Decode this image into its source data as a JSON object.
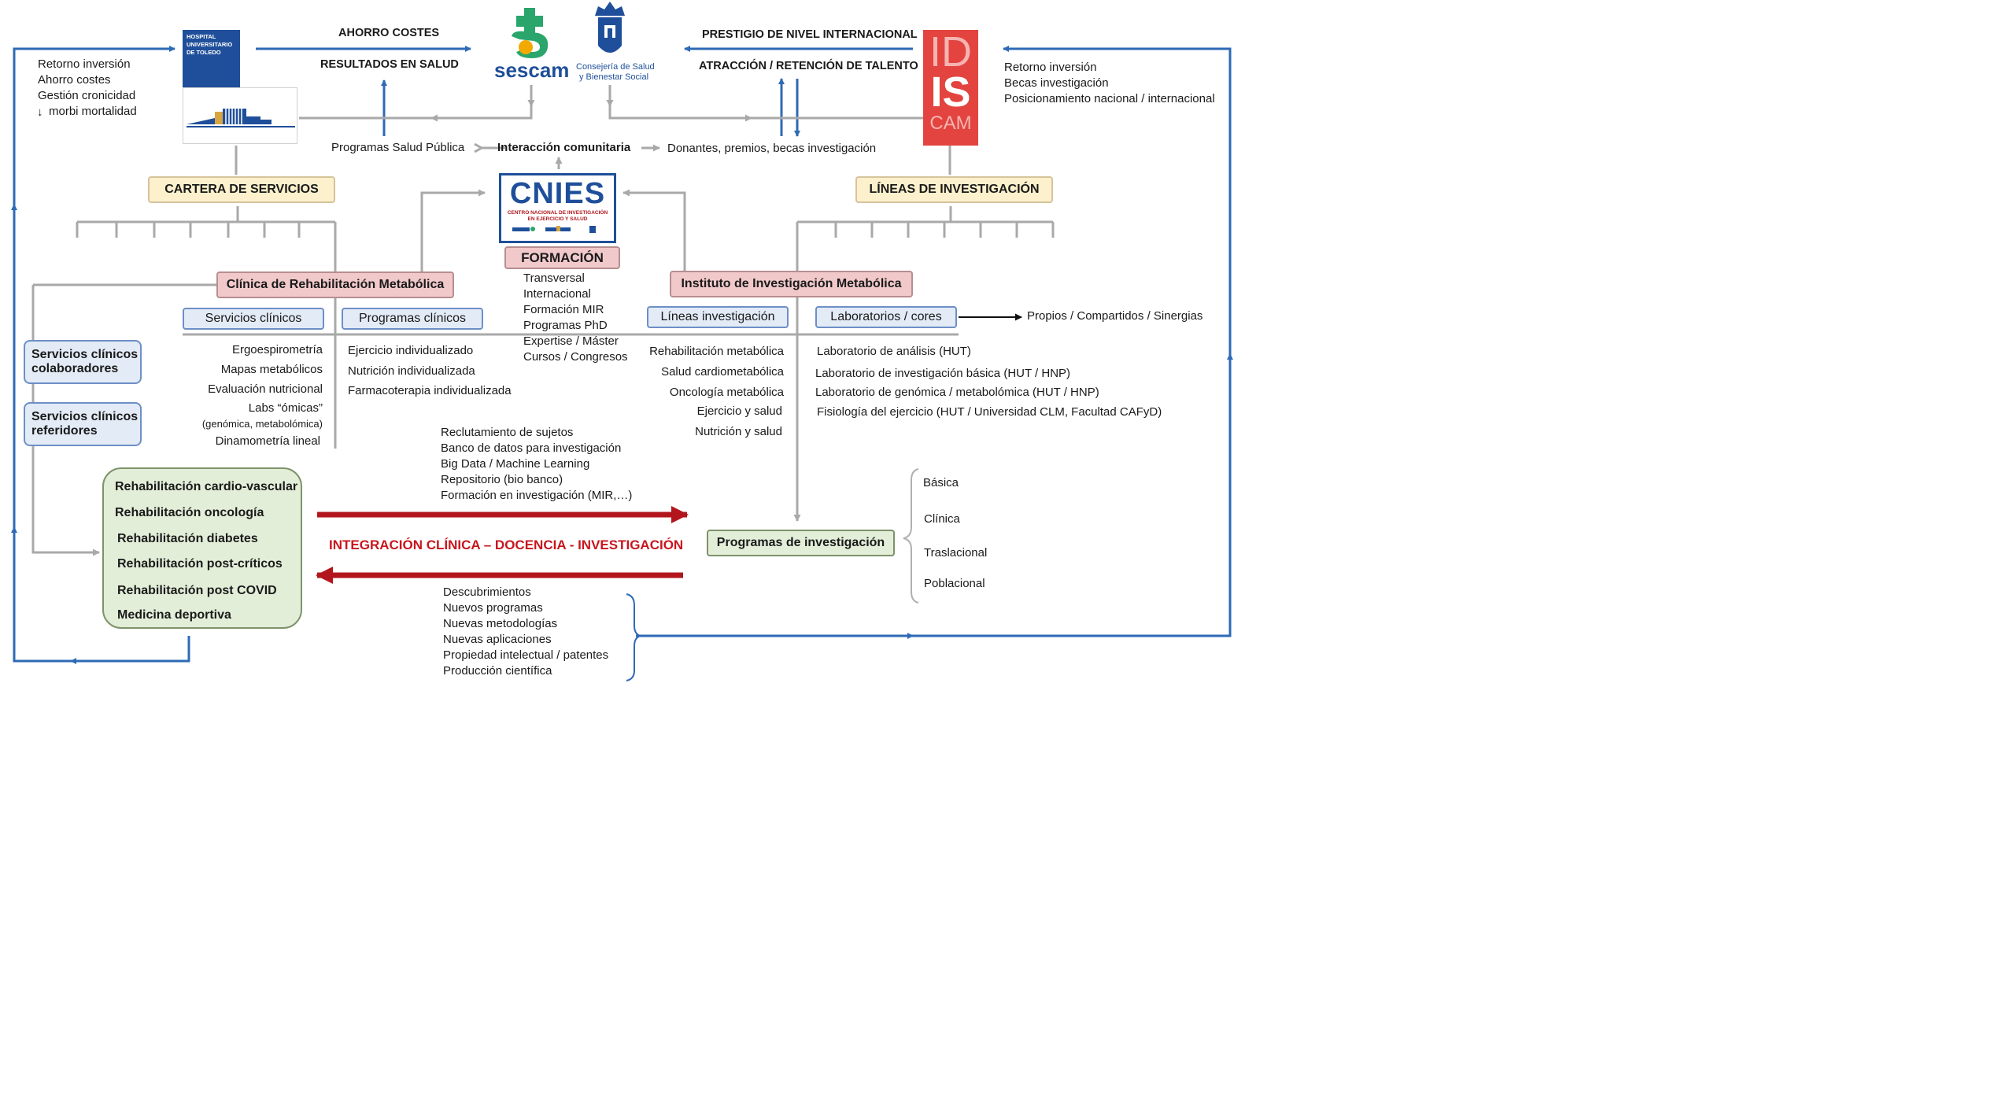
{
  "top": {
    "left_benefits": [
      "Retorno inversión",
      "Ahorro costes",
      "Gestión cronicidad",
      "morbi mortalidad"
    ],
    "down_arrow_glyph": "↓",
    "hospital_logo": "HOSPITAL UNIVERSITARIO DE TOLEDO",
    "ahorro": "AHORRO COSTES",
    "resultados": "RESULTADOS EN SALUD",
    "sescam": "sescam",
    "consejeria_line1": "Consejería de Salud",
    "consejeria_line2": "y Bienestar Social",
    "prestigio": "PRESTIGIO DE NIVEL INTERNACIONAL",
    "atraccion": "ATRACCIÓN / RETENCIÓN DE TALENTO",
    "idiscam_1": "ID",
    "idiscam_2": "IS",
    "idiscam_3": "CAM",
    "right_benefits": [
      "Retorno inversión",
      "Becas investigación",
      "Posicionamiento nacional / internacional"
    ],
    "programas_salud": "Programas Salud Pública",
    "interaccion": "Interacción comunitaria",
    "donantes": "Donantes, premios, becas investigación"
  },
  "center": {
    "cnies": "CNIES",
    "cnies_sub1": "CENTRO NACIONAL DE INVESTIGACIÓN",
    "cnies_sub2": "EN EJERCICIO Y SALUD",
    "formacion": "FORMACIÓN",
    "formacion_items": [
      "Transversal",
      "Internacional",
      "Formación MIR",
      "Programas PhD",
      "Expertise / Máster",
      "Cursos / Congresos"
    ]
  },
  "left": {
    "cartera": "CARTERA DE SERVICIOS",
    "clinica": "Clínica de Rehabilitación Metabólica",
    "servicios_clinicos": "Servicios clínicos",
    "programas_clinicos": "Programas clínicos",
    "servicios_items": [
      "Ergoespirometría",
      "Mapas metabólicos",
      "Evaluación nutricional",
      "Labs “ómicas”",
      "(genómica, metabolómica)",
      "Dinamometría lineal"
    ],
    "programas_items": [
      "Ejercicio individualizado",
      "Nutrición individualizada",
      "Farmacoterapia individualizada"
    ],
    "colaboradores": [
      "Servicios clínicos",
      "colaboradores"
    ],
    "referidores": [
      "Servicios clínicos",
      "referidores"
    ],
    "rehab": [
      "Rehabilitación cardio-vascular",
      "Rehabilitación oncología",
      "Rehabilitación diabetes",
      "Rehabilitación post-críticos",
      "Rehabilitación post COVID",
      "Medicina deportiva"
    ]
  },
  "right": {
    "lineas_title": "LÍNEAS DE INVESTIGACIÓN",
    "instituto": "Instituto de Investigación Metabólica",
    "lineas_inv": "Líneas investigación",
    "laboratorios": "Laboratorios / cores",
    "propios": "Propios / Compartidos / Sinergias",
    "lineas_items": [
      "Rehabilitación metabólica",
      "Salud cardiometabólica",
      "Oncología metabólica",
      "Ejercicio y salud",
      "Nutrición y salud"
    ],
    "lab_items": [
      "Laboratorio de análisis (HUT)",
      "Laboratorio de investigación básica (HUT / HNP)",
      "Laboratorio de genómica / metabolómica (HUT / HNP)",
      "Fisiología del ejercicio (HUT / Universidad CLM, Facultad CAFyD)"
    ],
    "programas_inv": "Programas de investigación",
    "tipos": [
      "Básica",
      "Clínica",
      "Traslacional",
      "Poblacional"
    ]
  },
  "bottom": {
    "to_research": [
      "Reclutamiento de sujetos",
      "Banco de datos para investigación",
      "Big Data / Machine Learning",
      "Repositorio (bio banco)",
      "Formación en investigación (MIR,…)"
    ],
    "integracion": "INTEGRACIÓN CLÍNICA – DOCENCIA - INVESTIGACIÓN",
    "from_research": [
      "Descubrimientos",
      "Nuevos programas",
      "Nuevas metodologías",
      "Nuevas aplicaciones",
      "Propiedad intelectual / patentes",
      "Producción científica"
    ]
  },
  "colors": {
    "blue": "#2e6ab5",
    "gray": "#aaaaaa",
    "red": "#b2161c",
    "yellow": "#fcf1cc",
    "pink": "#f2c9cb",
    "green": "#e3eed9",
    "lightblue": "#e3ebf7"
  }
}
